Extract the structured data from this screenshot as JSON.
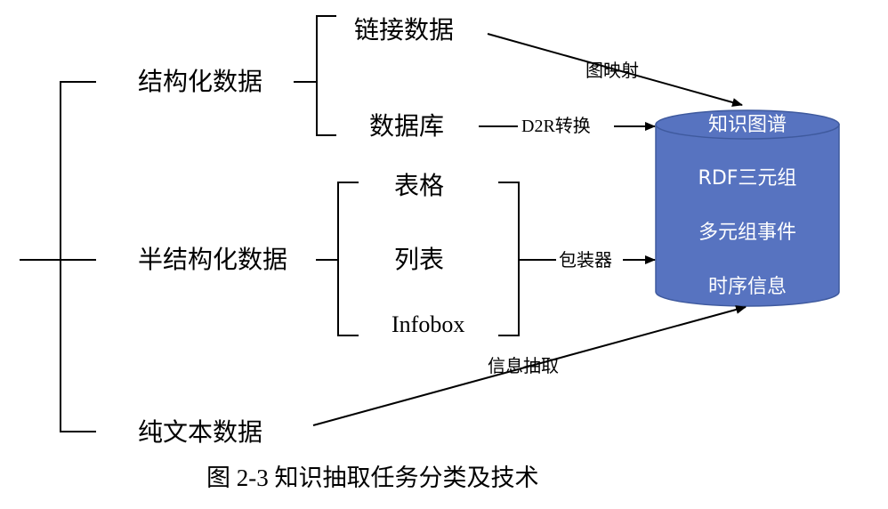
{
  "tree": {
    "structured": {
      "label": "结构化数据",
      "children": [
        "链接数据",
        "数据库"
      ]
    },
    "semi_structured": {
      "label": "半结构化数据",
      "children": [
        "表格",
        "列表",
        "Infobox"
      ]
    },
    "plain_text": {
      "label": "纯文本数据"
    }
  },
  "edges": {
    "linked_data": "图映射",
    "database": "D2R转换",
    "semi_structured": "包装器",
    "plain_text": "信息抽取"
  },
  "knowledge_graph": {
    "title": "知识图谱",
    "items": [
      "RDF三元组",
      "多元组事件",
      "时序信息"
    ],
    "fill_color": "#5773c0"
  },
  "caption": "图 2-3 知识抽取任务分类及技术"
}
